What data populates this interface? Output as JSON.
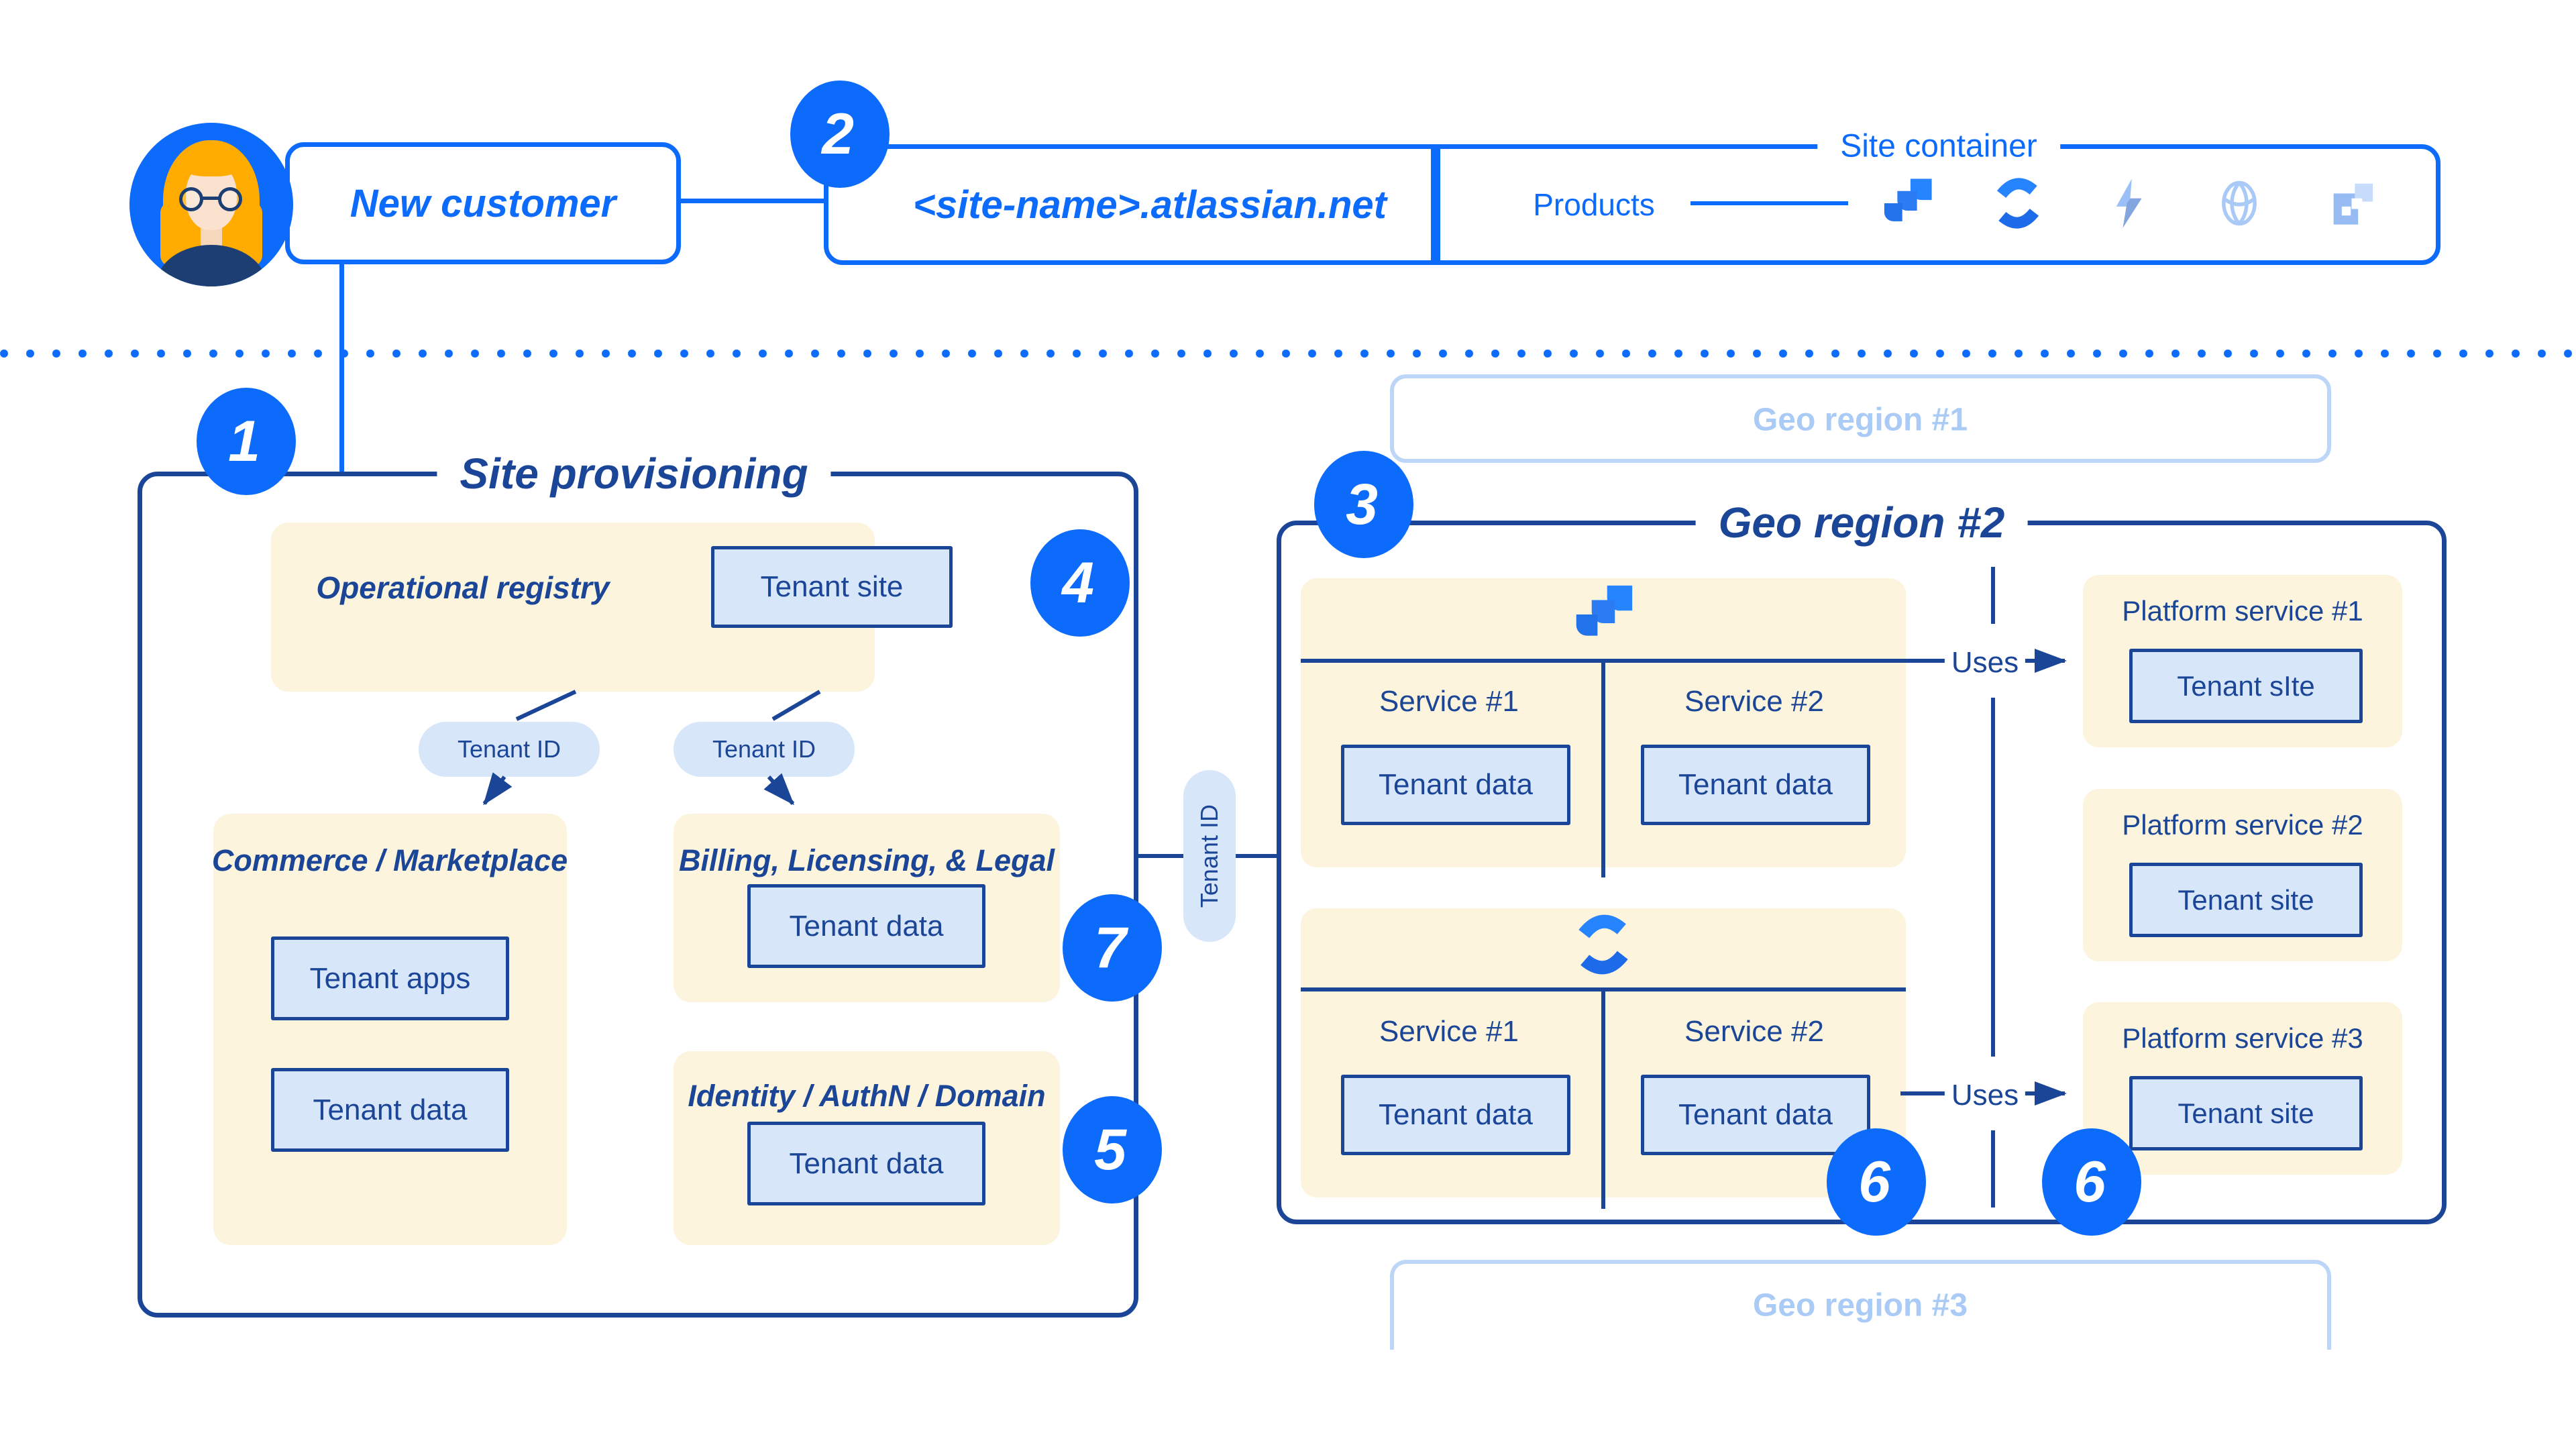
{
  "colors": {
    "accent_blue": "#0C6BFA",
    "navy": "#1B4697",
    "cream": "#FCF4DC",
    "chip_fill": "#D8E6F9",
    "pale_blue_border": "#BDD6F8",
    "pale_blue_text": "#A9CBF5"
  },
  "actor": {
    "label": "New customer",
    "avatar": "woman-avatar"
  },
  "badges": {
    "b1": "1",
    "b2": "2",
    "b3": "3",
    "b4": "4",
    "b5": "5",
    "b6a": "6",
    "b6b": "6",
    "b7": "7"
  },
  "top": {
    "site_name": "<site-name>.atlassian.net",
    "site_container_label": "Site container",
    "products_label": "Products",
    "product_icons": [
      "jira-icon",
      "confluence-icon",
      "bolt-icon",
      "globe-icon",
      "squares-icon"
    ]
  },
  "site_provisioning": {
    "title": "Site provisioning",
    "operational_registry": {
      "title": "Operational registry",
      "tenant_site": "Tenant site"
    },
    "tenant_id_pill": "Tenant ID",
    "commerce": {
      "title": "Commerce / Marketplace",
      "tenant_apps": "Tenant apps",
      "tenant_data": "Tenant data"
    },
    "billing": {
      "title": "Billing, Licensing, & Legal",
      "tenant_data": "Tenant data"
    },
    "identity": {
      "title": "Identity / AuthN / Domain",
      "tenant_data": "Tenant data"
    }
  },
  "tenant_id_connector": "Tenant ID",
  "geo_regions": {
    "region1": "Geo region #1",
    "region2": {
      "title": "Geo region #2",
      "uses_label": "Uses",
      "products": [
        {
          "icon": "jira-icon",
          "service1": "Service #1",
          "service2": "Service #2",
          "tenant_data": "Tenant data"
        },
        {
          "icon": "confluence-icon",
          "service1": "Service #1",
          "service2": "Service #2",
          "tenant_data": "Tenant data"
        }
      ],
      "platform_services": [
        {
          "title": "Platform service #1",
          "tenant_site": "Tenant sIte"
        },
        {
          "title": "Platform service #2",
          "tenant_site": "Tenant site"
        },
        {
          "title": "Platform service #3",
          "tenant_site": "Tenant site"
        }
      ]
    },
    "region3": "Geo region #3"
  }
}
